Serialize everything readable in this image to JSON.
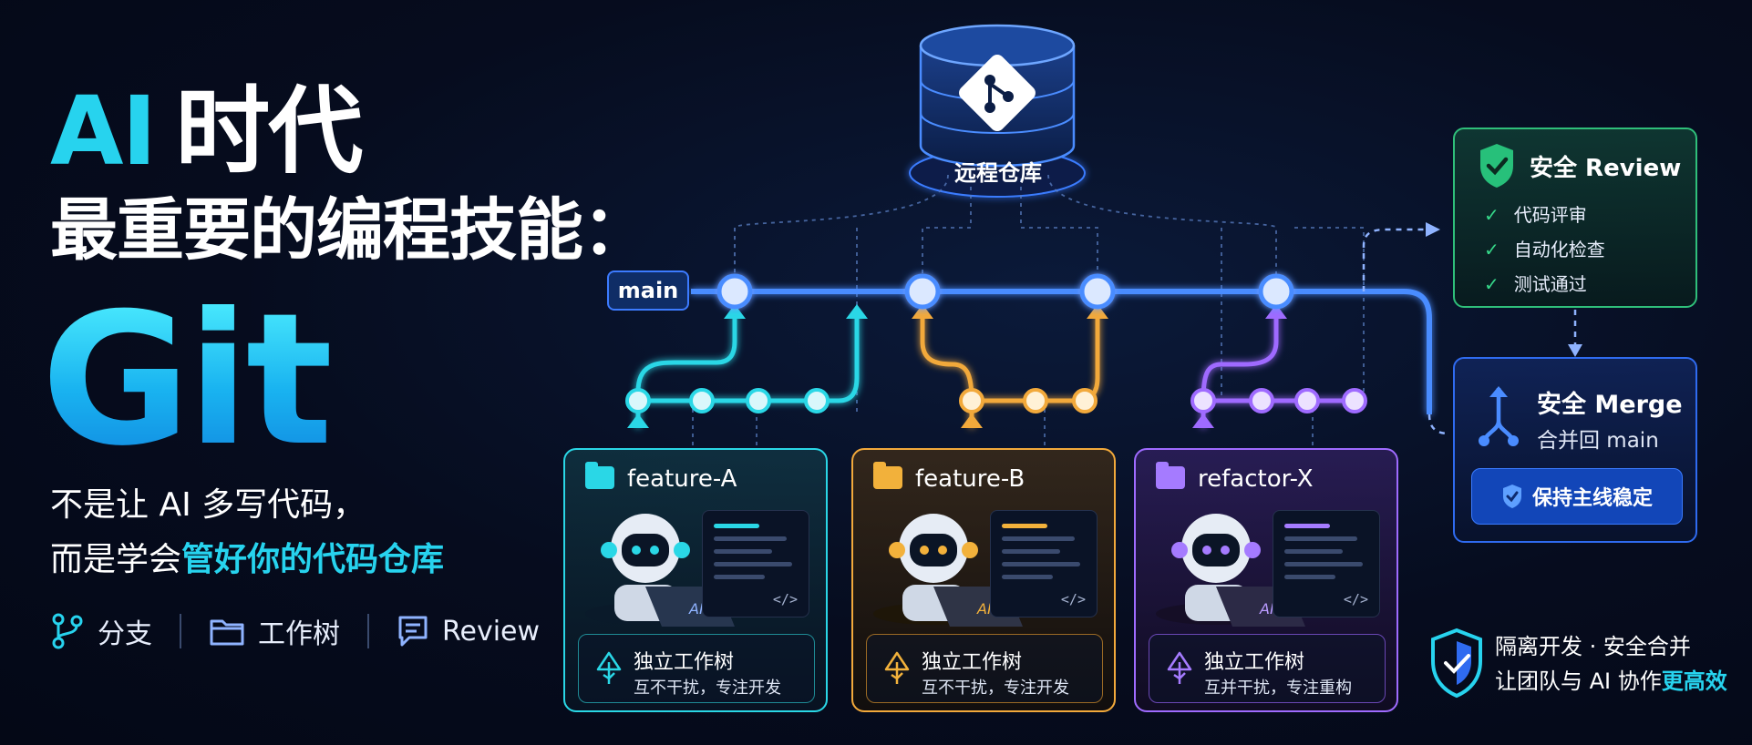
{
  "hero": {
    "line1_ai": "AI",
    "line1_rest": "时代",
    "line2": "最重要的编程技能：",
    "git": "Git",
    "sub1": "不是让 AI 多写代码，",
    "sub2_prefix": "而是学会",
    "sub2_highlight": "管好你的代码仓库"
  },
  "chips": [
    {
      "icon": "branch-icon",
      "label": "分支"
    },
    {
      "icon": "folder-icon",
      "label": "工作树"
    },
    {
      "icon": "chat-icon",
      "label": "Review"
    }
  ],
  "repo": {
    "label": "远程仓库",
    "icon": "git-logo-icon"
  },
  "main_branch": {
    "label": "main"
  },
  "branches": [
    {
      "name": "feature-A",
      "color": "#2ad7e6",
      "robot_label": "AI",
      "code_icon": "</>",
      "worktree_title": "独立工作树",
      "worktree_desc": "互不干扰，专注开发"
    },
    {
      "name": "feature-B",
      "color": "#f2b13b",
      "robot_label": "AI",
      "code_icon": "</>",
      "worktree_title": "独立工作树",
      "worktree_desc": "互不干扰，专注开发"
    },
    {
      "name": "refactor-X",
      "color": "#a57bff",
      "robot_label": "AI",
      "code_icon": "</>",
      "worktree_title": "独立工作树",
      "worktree_desc": "互并干扰，专注重构"
    }
  ],
  "review": {
    "title": "安全 Review",
    "items": [
      "代码评审",
      "自动化检查",
      "测试通过"
    ],
    "color": "#2fbf7a"
  },
  "merge": {
    "title": "安全 Merge",
    "subtitle": "合并回 main",
    "button": "保持主线稳定",
    "color": "#2f6bf0"
  },
  "bottom_note": {
    "line1": "隔离开发 · 安全合并",
    "line2_prefix": "让团队与 AI 协作",
    "line2_highlight": "更高效"
  },
  "colors": {
    "accent": "#27d3ee",
    "main_line": "#4a8cff",
    "background": "#060c1e"
  }
}
